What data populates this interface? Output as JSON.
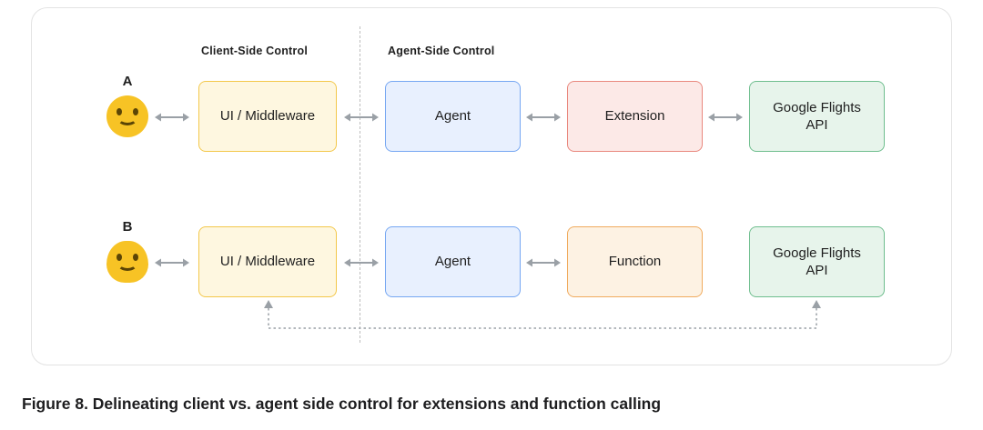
{
  "figure": {
    "caption": "Figure 8. Delineating client vs. agent side control for extensions and function calling"
  },
  "diagram": {
    "section_labels": {
      "client": "Client-Side Control",
      "agent": "Agent-Side Control"
    },
    "rows": [
      {
        "label": "A",
        "nodes": [
          {
            "id": "ui-middleware",
            "label": "UI / Middleware"
          },
          {
            "id": "agent",
            "label": "Agent"
          },
          {
            "id": "extension",
            "label": "Extension"
          },
          {
            "id": "google-flights-api",
            "label": "Google Flights API"
          }
        ]
      },
      {
        "label": "B",
        "nodes": [
          {
            "id": "ui-middleware",
            "label": "UI / Middleware"
          },
          {
            "id": "agent",
            "label": "Agent"
          },
          {
            "id": "function",
            "label": "Function"
          },
          {
            "id": "google-flights-api",
            "label": "Google Flights API"
          }
        ]
      }
    ],
    "connections": {
      "solid_arrows": "bidirectional between adjacent nodes",
      "row_b_dotted_path": "UI / Middleware to Google Flights API (dotted, both arrowheads up)"
    },
    "colors": {
      "ui_middleware_bg": "#FEF7E0",
      "ui_middleware_border": "#F3C84B",
      "agent_bg": "#E8F0FE",
      "agent_border": "#76A7F2",
      "extension_bg": "#FCE9E7",
      "extension_border": "#E9887E",
      "function_bg": "#FDF2E3",
      "function_border": "#F0AB5E",
      "api_bg": "#E7F4EB",
      "api_border": "#6FBE8E",
      "arrow": "#9AA0A6",
      "smiley": "#F7C325"
    },
    "icons": {
      "connector": "double-arrow-icon",
      "actor": "smiley-face-icon"
    }
  }
}
